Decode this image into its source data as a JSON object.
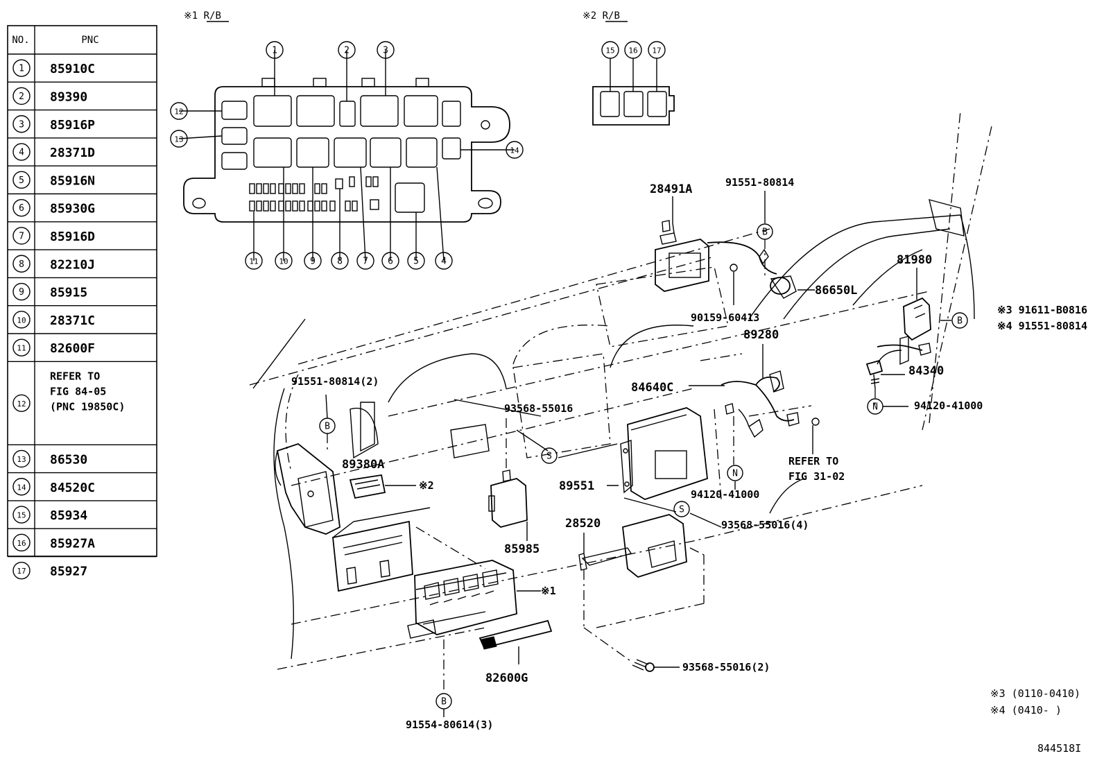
{
  "table": {
    "header_no": "NO.",
    "header_pnc": "PNC",
    "rows": [
      {
        "no": "1",
        "pnc": "85910C"
      },
      {
        "no": "2",
        "pnc": "89390"
      },
      {
        "no": "3",
        "pnc": "85916P"
      },
      {
        "no": "4",
        "pnc": "28371D"
      },
      {
        "no": "5",
        "pnc": "85916N"
      },
      {
        "no": "6",
        "pnc": "85930G"
      },
      {
        "no": "7",
        "pnc": "85916D"
      },
      {
        "no": "8",
        "pnc": "82210J"
      },
      {
        "no": "9",
        "pnc": "85915"
      },
      {
        "no": "10",
        "pnc": "28371C"
      },
      {
        "no": "11",
        "pnc": "82600F"
      },
      {
        "no": "12",
        "pnc_lines": [
          "REFER TO",
          "FIG 84-05",
          "(PNC 19850C)"
        ]
      },
      {
        "no": "13",
        "pnc": "86530"
      },
      {
        "no": "14",
        "pnc": "84520C"
      },
      {
        "no": "15",
        "pnc": "85934"
      },
      {
        "no": "16",
        "pnc": "85927A"
      },
      {
        "no": "17",
        "pnc": "85927"
      }
    ]
  },
  "rb1": {
    "title": "※1 R/B",
    "callouts": [
      "1",
      "2",
      "3",
      "4",
      "5",
      "6",
      "7",
      "8",
      "9",
      "10",
      "11",
      "12",
      "13",
      "14"
    ]
  },
  "rb2": {
    "title": "※2 R/B",
    "callouts": [
      "15",
      "16",
      "17"
    ]
  },
  "part_labels": {
    "p28491A": "28491A",
    "p91551_80814_top": "91551-80814",
    "p86650L": "86650L",
    "p90159_60413": "90159-60413",
    "p89280": "89280",
    "p81980": "81980",
    "p91611": "※3 91611-B0816",
    "p91551_80814_r": "※4 91551-80814",
    "p84340": "84340",
    "p94120_41000_r": "94120-41000",
    "p84640C": "84640C",
    "p91551_80814_2": "91551-80814(2)",
    "p93568_55016": "93568-55016",
    "p89380A": "89380A",
    "p_x2": "※2",
    "p89551": "89551",
    "p94120_41000_m": "94120-41000",
    "refer_line1": "REFER TO",
    "refer_line2": "FIG 31-02",
    "p93568_55016_4": "93568-55016(4)",
    "p28520": "28520",
    "p85985": "85985",
    "p_x1": "※1",
    "p82600G": "82600G",
    "p93568_55016_2": "93568-55016(2)",
    "p91554_80614_3": "91554-80614(3)"
  },
  "markers": {
    "b": "B",
    "s": "S",
    "n": "N"
  },
  "notes": {
    "n3": "※3 (0110-0410)",
    "n4": "※4 (0410-      )"
  },
  "figure_id": "844518I"
}
